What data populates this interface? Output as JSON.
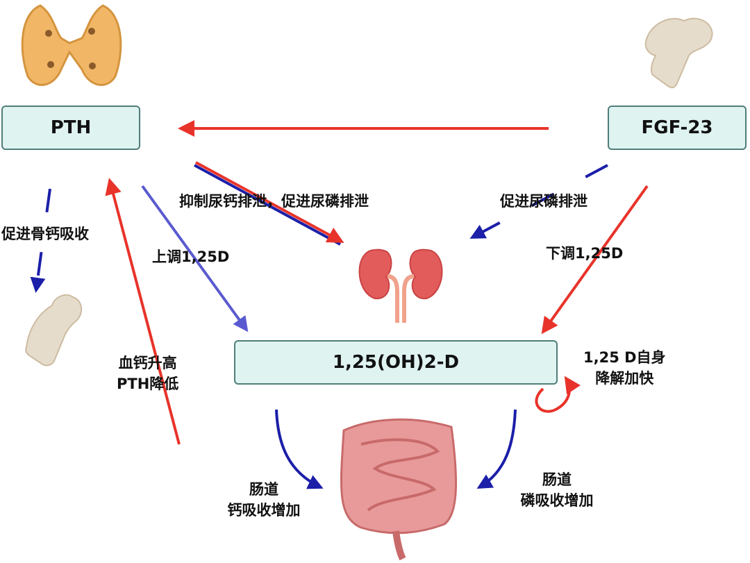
{
  "nodes": {
    "pth": "PTH",
    "fgf23": "FGF-23",
    "vitd": "1,25(OH)2-D"
  },
  "labels": {
    "kidney_from_pth": "抑制尿钙排泄，促进尿磷排泄",
    "kidney_from_fgf": "促进尿磷排泄",
    "bone_calcium": "促进骨钙吸收",
    "upregulate": "上调1,25D",
    "downregulate": "下调1,25D",
    "feedback_line1": "血钙升高",
    "feedback_line2": "PTH降低",
    "self_degrade_line1": "1,25 D自身",
    "self_degrade_line2": "降解加快",
    "intestine_ca_line1": "肠道",
    "intestine_ca_line2": "钙吸收增加",
    "intestine_p_line1": "肠道",
    "intestine_p_line2": "磷吸收增加"
  },
  "icons": [
    "thyroid-icon",
    "bone-icon",
    "kidney-icon",
    "intestine-icon"
  ],
  "colors": {
    "box_fill": "#dff3f1",
    "box_border": "#4f7d79",
    "red_arrow": "#e8332a",
    "blue_arrow": "#1c1fa8",
    "light_blue_arrow": "#5a5ad0"
  }
}
